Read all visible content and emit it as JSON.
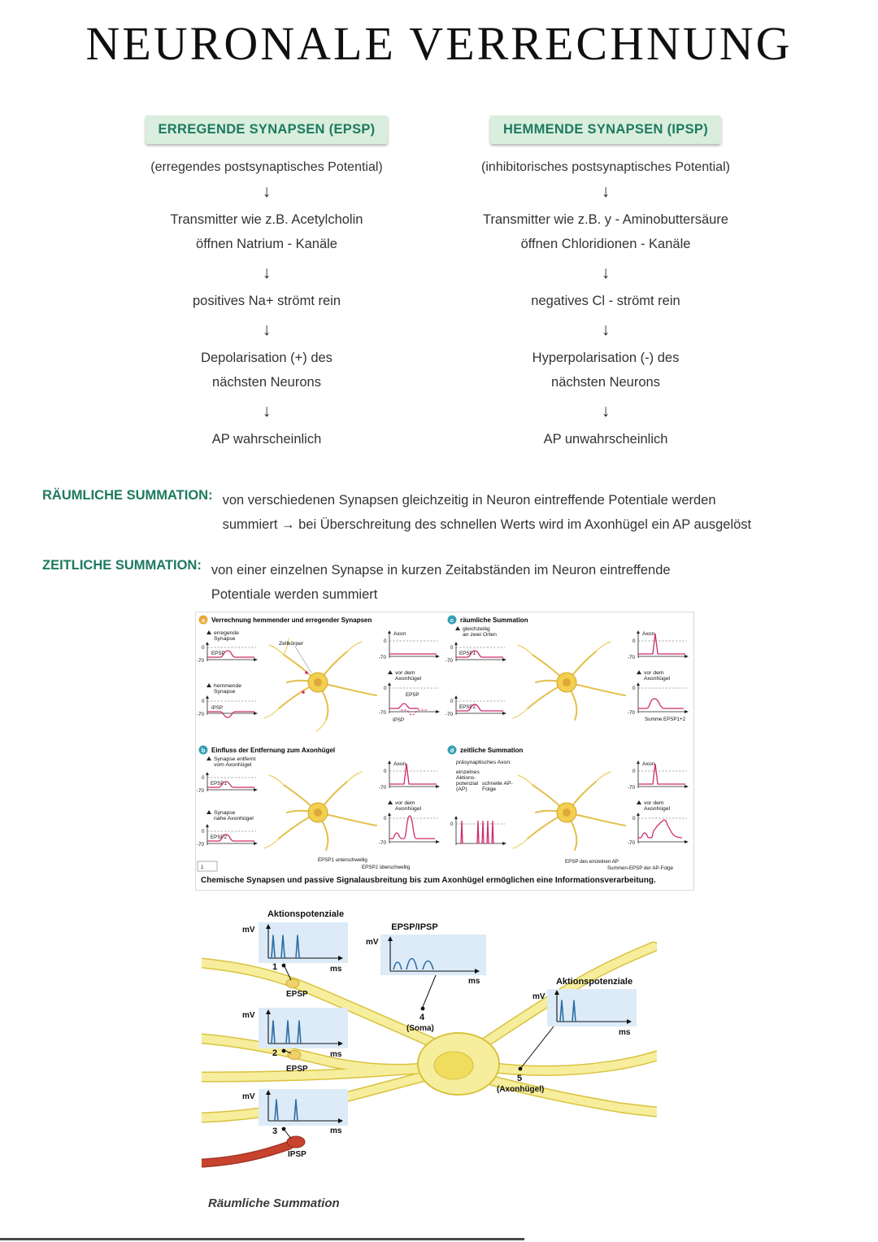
{
  "page": {
    "title": "NEURONALE VERRECHNUNG"
  },
  "glyphs": {
    "down_arrow": "↓"
  },
  "epsp": {
    "header": "ERREGENDE SYNAPSEN (EPSP)",
    "subtitle": "(erregendes postsynaptisches Potential)",
    "step1a": "Transmitter wie z.B. Acetylcholin",
    "step1b": "öffnen Natrium - Kanäle",
    "step2": "positives Na+ strömt rein",
    "step3a": "Depolarisation (+) des",
    "step3b": "nächsten Neurons",
    "step4": "AP wahrscheinlich"
  },
  "ipsp": {
    "header": "HEMMENDE SYNAPSEN (IPSP)",
    "subtitle": "(inhibitorisches postsynaptisches Potential)",
    "step1a": "Transmitter wie z.B. y - Aminobuttersäure",
    "step1b": "öffnen Chloridionen - Kanäle",
    "step2": "negatives Cl - strömt rein",
    "step3a": "Hyperpolarisation (-) des",
    "step3b": "nächsten Neurons",
    "step4": "AP unwahrscheinlich"
  },
  "summation": {
    "raeumlich": {
      "label": "RÄUMLICHE SUMMATION:",
      "line1": "von verschiedenen Synapsen gleichzeitig in Neuron eintreffende Potentiale werden",
      "line2": "summiert → bei Überschreitung des schnellen Werts wird im Axonhügel ein AP ausgelöst"
    },
    "zeitlich": {
      "label": "ZEITLICHE SUMMATION:",
      "line1": "von einer einzelnen Synapse in kurzen Zeitabständen im Neuron eintreffende",
      "line2": "Potentiale werden summiert"
    }
  },
  "figure1": {
    "caption": "Chemische Synapsen und passive Signalausbreitung bis zum Axonhügel ermöglichen eine Informationsverarbeitung.",
    "panel_a": {
      "badge": "a",
      "title": "Verrechnung hemmender und erregender Synapsen",
      "syn1_l1": "erregende",
      "syn1_l2": "Synapse",
      "epsp_label": "EPSP",
      "ipsp_label": "IPSP",
      "zero": "0",
      "minus70": "-70",
      "zellkoerper": "Zellkörper",
      "axon": "Axon",
      "syn2_l1": "hemmende",
      "syn2_l2": "Synapse",
      "vordem_l1": "vor dem",
      "vordem_l2": "Axonhügel",
      "epsp2_label": "EPSP",
      "ipsp2_label": "IPSP"
    },
    "panel_c": {
      "badge": "c",
      "title": "räumliche Summation",
      "loc_l1": "gleichzeitig",
      "loc_l2": "an zwei Orten",
      "epsp1_label": "EPSP1",
      "epsp2_label": "EPSP2",
      "zero": "0",
      "minus70": "-70",
      "axon": "Axon",
      "vordem_l1": "vor dem",
      "vordem_l2": "Axonhügel",
      "sum_label": "Summe EPSP1+2"
    },
    "panel_b": {
      "badge": "b",
      "title": "Einfluss der Entfernung zum Axonhügel",
      "syn1_l1": "Synapse entfernt",
      "syn1_l2": "vom Axonhügel",
      "epsp1_label": "EPSP1",
      "syn2_l1": "Synapse",
      "syn2_l2": "nahe Axonhügel",
      "epsp2_label": "EPSP2",
      "zero": "0",
      "minus70": "-70",
      "axon": "Axon",
      "vordem_l1": "vor dem",
      "vordem_l2": "Axonhügel",
      "sub_label": "EPSP1 unterschwellig",
      "supra_label": "EPSP2 überschwellig",
      "page_num": "1"
    },
    "panel_d": {
      "badge": "d",
      "title": "zeitliche Summation",
      "presyn": "präsynaptisches Axon:",
      "single_l1": "einzelnes",
      "single_l2": "Aktions-",
      "single_l3": "potenzial",
      "single_l4": "(AP)",
      "fast_l1": "schnelle AP-",
      "fast_l2": "Folge",
      "zero": "0",
      "minus70": "-70",
      "axon": "Axon",
      "vordem_l1": "vor dem",
      "vordem_l2": "Axonhügel",
      "single_epsp_label": "EPSP des einzelnen AP",
      "sum_epsp_label": "Summen-EPSP der AP-Folge"
    }
  },
  "figure2": {
    "ap_title_1": "Aktionspotenziale",
    "ap_title_2": "Aktionspotenziale",
    "epsp_ipsp_title": "EPSP/IPSP",
    "mv": "mV",
    "ms": "ms",
    "num1": "1",
    "num2": "2",
    "num3": "3",
    "num4": "4",
    "num5": "5",
    "syn1_label": "EPSP",
    "syn2_label": "EPSP",
    "syn3_label": "IPSP",
    "soma_label": "(Soma)",
    "axon_hillock_label": "(Axonhügel)",
    "caption": "Räumliche Summation"
  }
}
